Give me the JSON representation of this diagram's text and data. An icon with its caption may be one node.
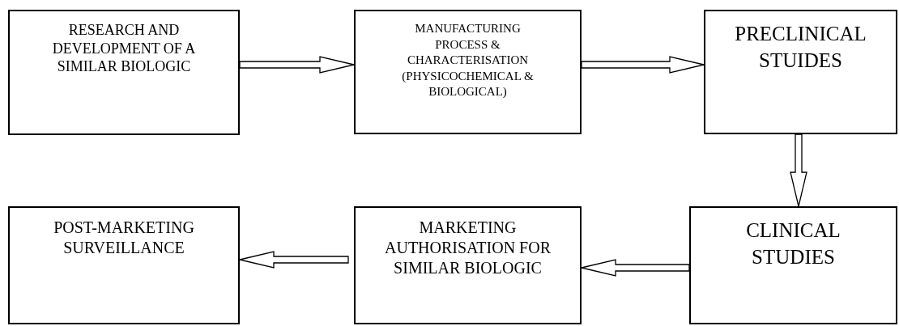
{
  "diagram": {
    "nodes": [
      {
        "text": [
          "RESEARCH AND DEVELOPMENT OF A SIMILAR BIOLOGIC"
        ]
      },
      {
        "text": [
          "MANUFACTURING PROCESS & CHARACTERISATION (PHYSICOCHEMICAL & BIOLOGICAL)"
        ]
      },
      {
        "text": [
          "PRECLINICAL STUIDES"
        ]
      },
      {
        "text": [
          "CLINICAL STUDIES"
        ]
      },
      {
        "text": [
          "MARKETING AUTHORISATION FOR SIMILAR BIOLOGIC"
        ]
      },
      {
        "text": [
          "POST-MARKETING SURVEILLANCE"
        ]
      }
    ],
    "edges": [
      {
        "from": 0,
        "to": 1,
        "arrow": "to"
      },
      {
        "from": 1,
        "to": 2,
        "arrow": "to"
      },
      {
        "from": 2,
        "to": 3,
        "arrow": "to"
      },
      {
        "from": 3,
        "to": 4,
        "arrow": "to"
      },
      {
        "from": 4,
        "to": 5,
        "arrow": "to"
      }
    ]
  }
}
